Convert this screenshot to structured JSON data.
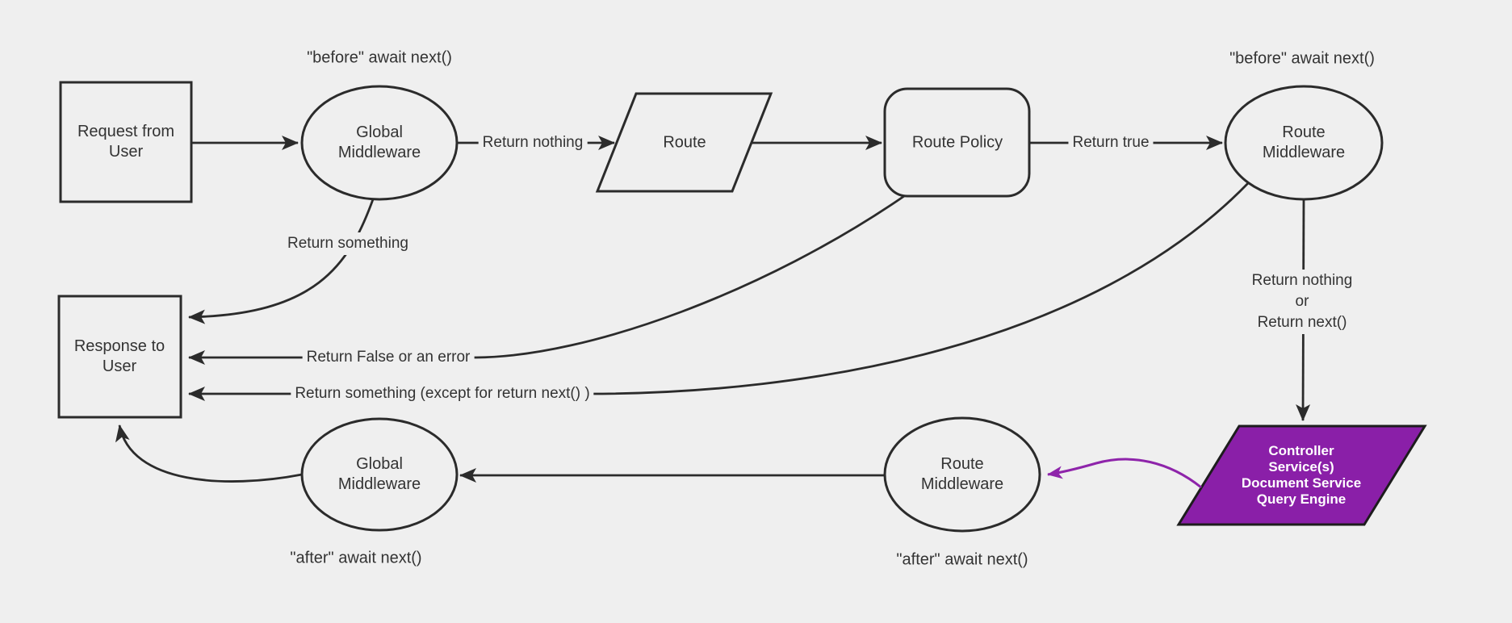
{
  "diagram": {
    "title": "Request middleware lifecycle flowchart",
    "colors": {
      "background": "#efefef",
      "stroke": "#2b2b2b",
      "text": "#333333",
      "accent_purple_fill": "#8a1fa8",
      "accent_purple_arrow": "#8e24aa",
      "node_text_light": "#ffffff"
    },
    "nodes": {
      "request": {
        "label": "Request from\nUser",
        "shape": "rectangle"
      },
      "global_mw_top": {
        "label": "Global\nMiddleware",
        "shape": "ellipse"
      },
      "route": {
        "label": "Route",
        "shape": "parallelogram"
      },
      "route_policy": {
        "label": "Route Policy",
        "shape": "rounded-rectangle"
      },
      "route_mw_top": {
        "label": "Route\nMiddleware",
        "shape": "ellipse"
      },
      "response": {
        "label": "Response to\nUser",
        "shape": "rectangle"
      },
      "controller": {
        "label": "Controller\nService(s)\nDocument Service\nQuery Engine",
        "shape": "parallelogram"
      },
      "route_mw_bottom": {
        "label": "Route\nMiddleware",
        "shape": "ellipse"
      },
      "global_mw_bottom": {
        "label": "Global\nMiddleware",
        "shape": "ellipse"
      }
    },
    "edge_labels": {
      "return_nothing": "Return nothing",
      "return_true": "Return true",
      "return_something": "Return something",
      "return_false_or_error": "Return False or an error",
      "return_something_except": "Return something (except for return next() )",
      "return_nothing_or_next": "Return nothing\nor\nReturn next()"
    },
    "captions": {
      "before_top_left": "\"before\" await next()",
      "before_top_right": "\"before\" await next()",
      "after_bottom_left": "\"after\" await next()",
      "after_bottom_mid": "\"after\" await next()"
    }
  }
}
